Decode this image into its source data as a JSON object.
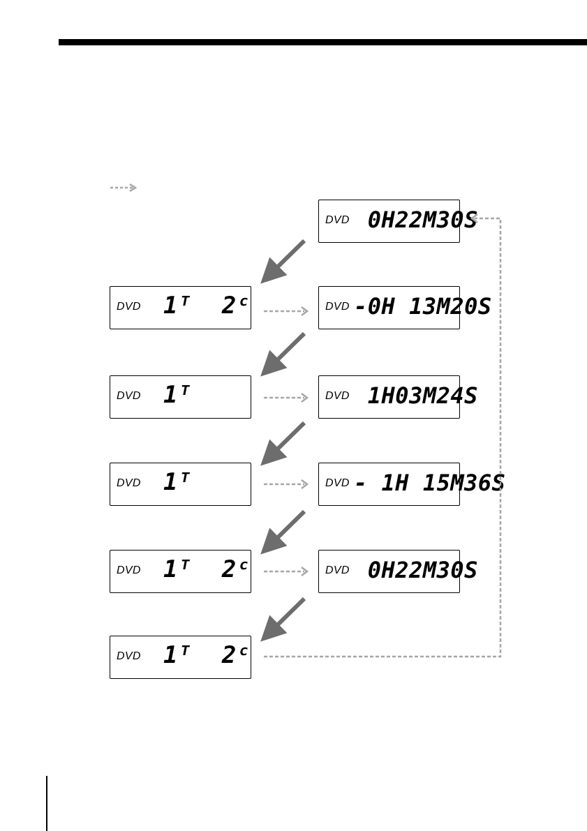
{
  "display_label": "DVD",
  "left_displays": [
    {
      "text": "1ᵀ  2ᶜ"
    },
    {
      "text": "1ᵀ"
    },
    {
      "text": "1ᵀ"
    },
    {
      "text": "1ᵀ  2ᶜ"
    },
    {
      "text": "1ᵀ  2ᶜ"
    }
  ],
  "right_displays": [
    {
      "text": " 0H22M30S"
    },
    {
      "text": "-0H 13M20S"
    },
    {
      "text": " 1H03M24S"
    },
    {
      "text": "- 1H 15M36S"
    },
    {
      "text": " 0H22M30S"
    }
  ],
  "colors": {
    "solid_arrow": "#6d6d6d",
    "dashed_arrow": "#a6a6a6",
    "border": "#000000"
  }
}
